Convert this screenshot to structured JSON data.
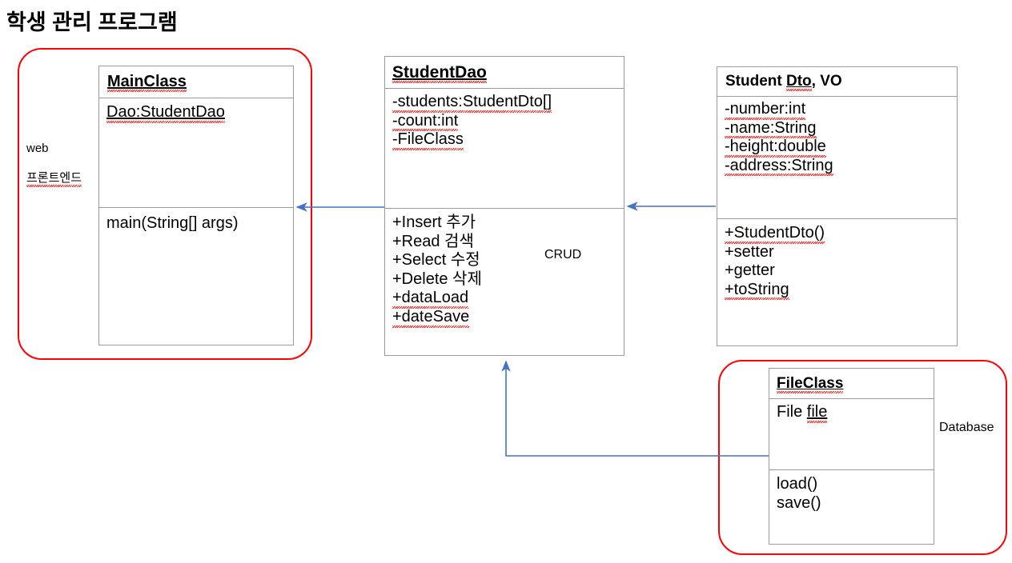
{
  "title": "학생 관리 프로그램",
  "groups": [
    {
      "name": "frontend-group",
      "label": "web\n프론트엔드",
      "color": "#ff0000"
    },
    {
      "name": "database-group",
      "label": "Database",
      "color": "#ff0000"
    }
  ],
  "notes": {
    "frontend": "web\n프론트엔드",
    "crud": "CRUD",
    "database": "Database"
  },
  "classes": {
    "main_class": {
      "name": "MainClass",
      "attributes": [
        "Dao:StudentDao"
      ],
      "methods": [
        "main(String[] args)"
      ]
    },
    "student_dao": {
      "name": "StudentDao",
      "attributes": [
        "-students:StudentDto[]",
        "-count:int",
        "-FileClass"
      ],
      "methods": [
        "+Insert 추가",
        "+Read 검색",
        "+Select 수정",
        "+Delete 삭제",
        "+dataLoad",
        "+dateSave"
      ]
    },
    "student_dto": {
      "name": "Student Dto, VO",
      "attributes": [
        "-number:int",
        "-name:String",
        "-height:double",
        "-address:String"
      ],
      "methods": [
        "+StudentDto()",
        "+setter",
        "+getter",
        "+toString"
      ]
    },
    "file_class": {
      "name": "FileClass",
      "attributes": [
        "File file"
      ],
      "methods": [
        "load()",
        "save()"
      ]
    }
  },
  "connectors": [
    {
      "name": "dao-to-main",
      "from": "student_dao",
      "to": "main_class",
      "style": "arrow-left",
      "color": "#4372c4"
    },
    {
      "name": "dto-to-dao",
      "from": "student_dto",
      "to": "student_dao",
      "style": "arrow-left",
      "color": "#4372c4"
    },
    {
      "name": "fileclass-to-dao",
      "from": "file_class",
      "to": "student_dao",
      "style": "elbow-arrow-up",
      "color": "#4372c4"
    }
  ]
}
